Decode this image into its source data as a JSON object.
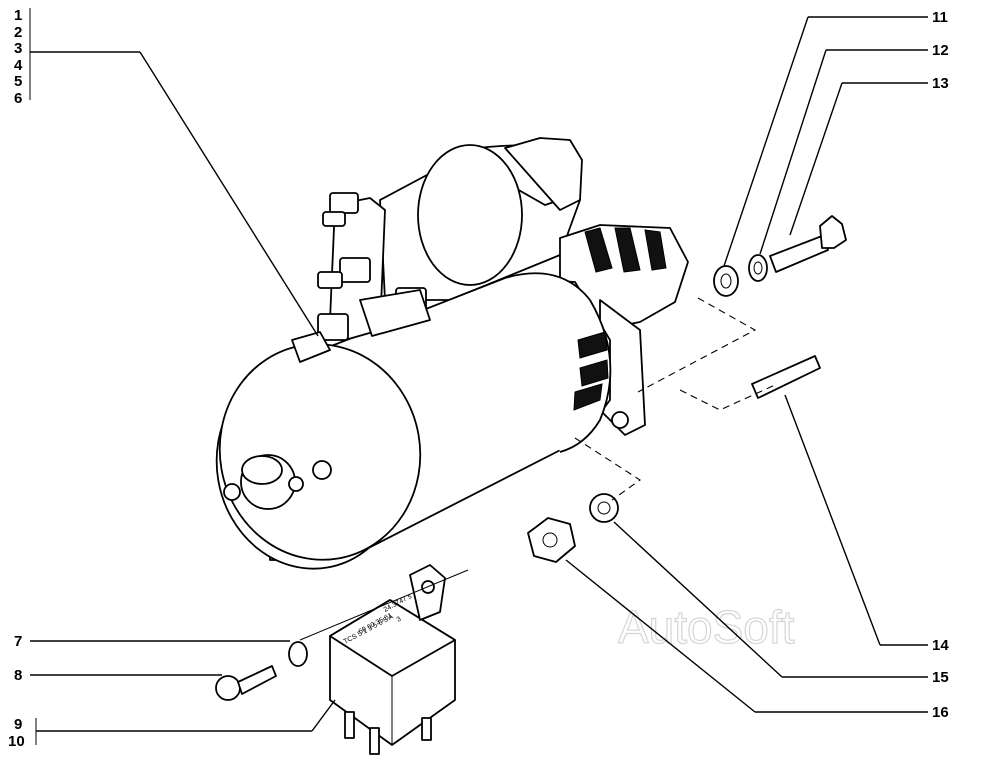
{
  "diagram": {
    "labels": {
      "l1": "1",
      "l2": "2",
      "l3": "3",
      "l4": "4",
      "l5": "5",
      "l6": "6",
      "l7": "7",
      "l8": "8",
      "l9": "9",
      "l10": "10",
      "l11": "11",
      "l12": "12",
      "l13": "13",
      "l14": "14",
      "l15": "15",
      "l16": "16"
    },
    "watermark": "AutoSoft",
    "relay_label": {
      "line1": "24.3747 s",
      "line2": "3",
      "line3": "60 60 35 61",
      "line4": "TCS 5 1 3 5 6 5 A"
    }
  }
}
